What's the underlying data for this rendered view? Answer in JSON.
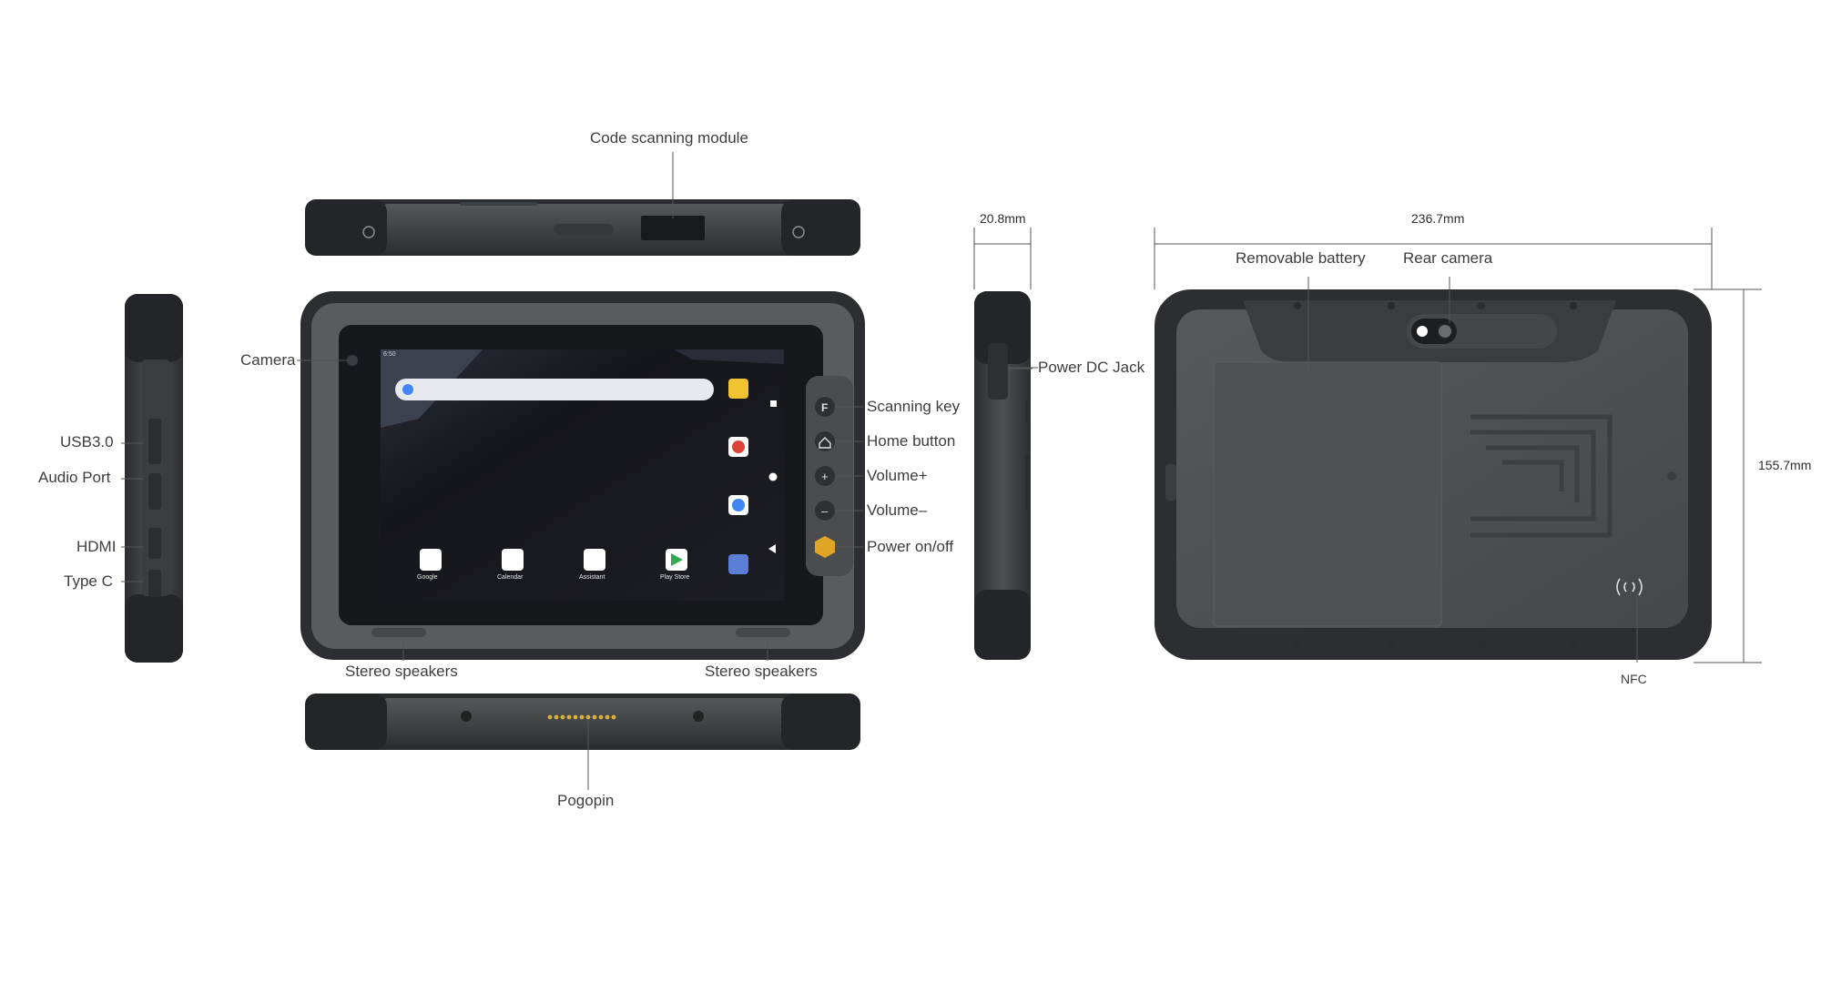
{
  "labels": {
    "code_scanning_module": "Code scanning module",
    "camera": "Camera",
    "usb": "USB3.0",
    "audio_port": "Audio Port",
    "hdmi": "HDMI",
    "type_c": "Type C",
    "scanning_key": "Scanning key",
    "home_button": "Home button",
    "volume_plus": "Volume+",
    "volume_minus": "Volume–",
    "power": "Power on/off",
    "stereo_left": "Stereo speakers",
    "stereo_right": "Stereo speakers",
    "pogopin": "Pogopin",
    "power_dc_jack": "Power DC Jack",
    "removable_battery": "Removable battery",
    "rear_camera": "Rear camera",
    "nfc": "NFC"
  },
  "dimensions": {
    "thickness": "20.8mm",
    "width": "236.7mm",
    "height": "155.7mm"
  },
  "screen": {
    "status_time": "6:50",
    "apps": [
      "Google",
      "Calendar",
      "Assistant",
      "Play Store"
    ]
  },
  "colors": {
    "body_dark": "#3a3c3f",
    "bumper": "#26282a",
    "accent_gray": "#6b6e70",
    "screen_bg": "#1b1c22",
    "power_key": "#e0a526"
  }
}
